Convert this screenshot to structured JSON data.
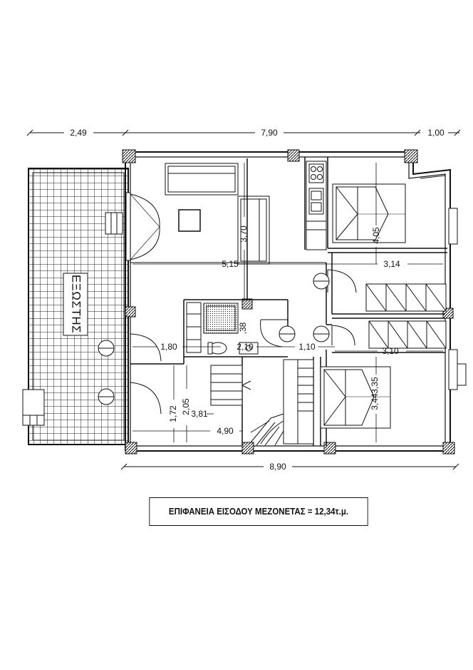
{
  "dimensions": {
    "top_left": "2,49",
    "top_middle": "7,90",
    "top_right": "1,00",
    "bottom_total": "8,90",
    "d_3_70": "3,70",
    "d_5_15": "5,15",
    "d_4_05": "4,05",
    "d_3_14": "3,14",
    "d_1_80": "1,80",
    "d_2_10": "2,10",
    "d_1_10": "1,10",
    "d_38": ",38",
    "d_3_10": "3,10",
    "d_3_35": "3,35",
    "d_3_44": "3,44",
    "d_2_05": "2,05",
    "d_1_72": "1,72",
    "d_3_81": "3,81",
    "d_4_90": "4,90"
  },
  "labels": {
    "balcony": "ΕΞΩΣΤΗΣ"
  },
  "caption": "ΕΠΙΦΑΝΕΙΑ ΕΙΣΟΔΟΥ ΜΕΖΟΝΕΤΑΣ = 12,34τ.μ."
}
